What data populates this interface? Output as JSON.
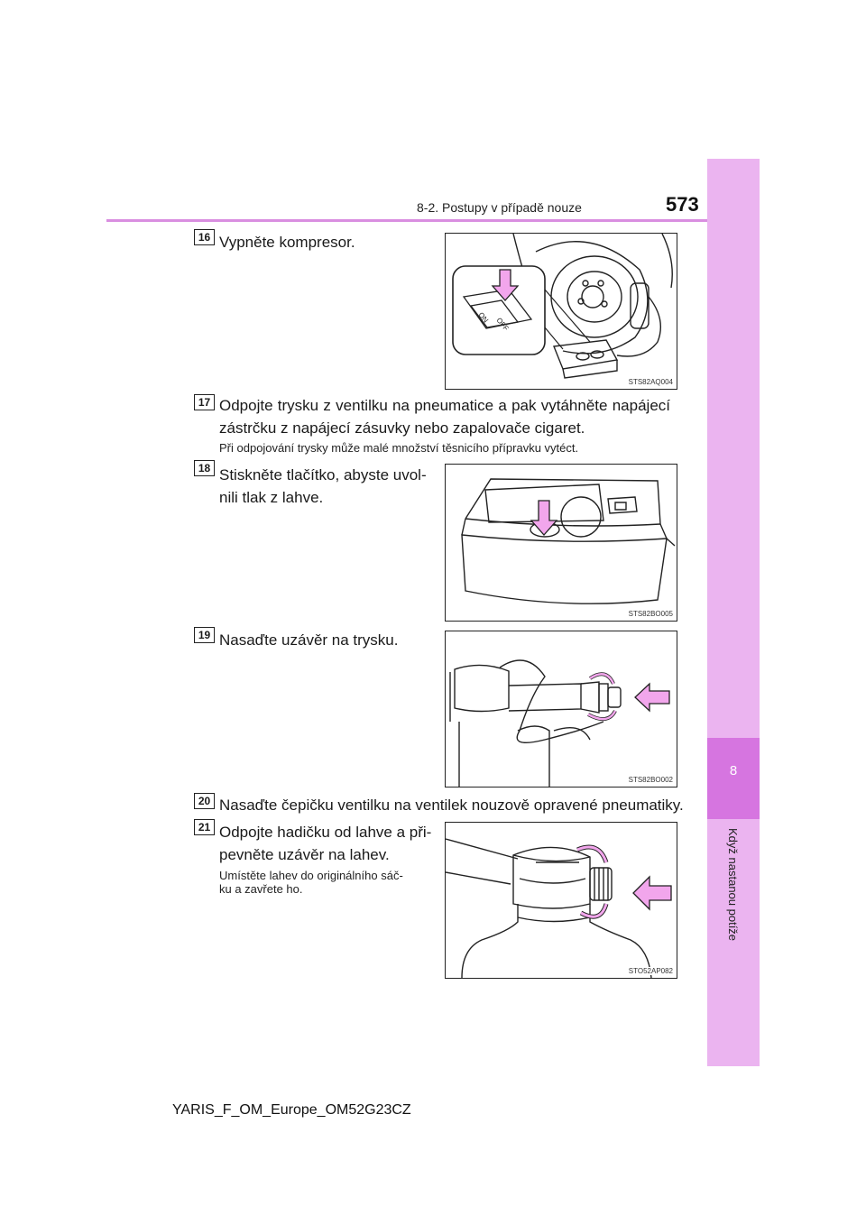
{
  "header": {
    "section_title": "8-2. Postupy v případě nouze",
    "page_number": "573"
  },
  "side_tab": {
    "chapter_number": "8",
    "chapter_title": "Když nastanou potíže"
  },
  "steps": [
    {
      "number": "16",
      "text": "Vypněte kompresor.",
      "figure_code": "STS82AQ004"
    },
    {
      "number": "17",
      "text": "Odpojte trysku z ventilku na pneumatice a pak vytáhněte napájecí zástrčku z napájecí zásuvky nebo zapalovače cigaret.",
      "note": "Při odpojování trysky může malé množství těsnicího přípravku vytéct."
    },
    {
      "number": "18",
      "text_line1": "Stiskněte tlačítko, abyste uvol-",
      "text_line2": "nili tlak z lahve.",
      "figure_code": "STS82BO005"
    },
    {
      "number": "19",
      "text": "Nasaďte uzávěr na trysku.",
      "figure_code": "STS82BO002"
    },
    {
      "number": "20",
      "text": "Nasaďte čepičku ventilku na ventilek nouzově opravené pneumatiky."
    },
    {
      "number": "21",
      "text_line1": "Odpojte hadičku od lahve a při-",
      "text_line2": "pevněte uzávěr na lahev.",
      "note_line1": "Umístěte lahev do originálního sáč-",
      "note_line2": "ku a zavřete ho.",
      "figure_code": "STO52AP082"
    }
  ],
  "figure1_switch": {
    "on_label": "ON",
    "off_label": "OFF"
  },
  "footer": {
    "doc_id": "YARIS_F_OM_Europe_OM52G23CZ"
  },
  "colors": {
    "accent": "#d98ee0",
    "tab": "#ebb4f0",
    "tab_dark": "#d675e0",
    "arrow_fill": "#f2a6ec"
  }
}
